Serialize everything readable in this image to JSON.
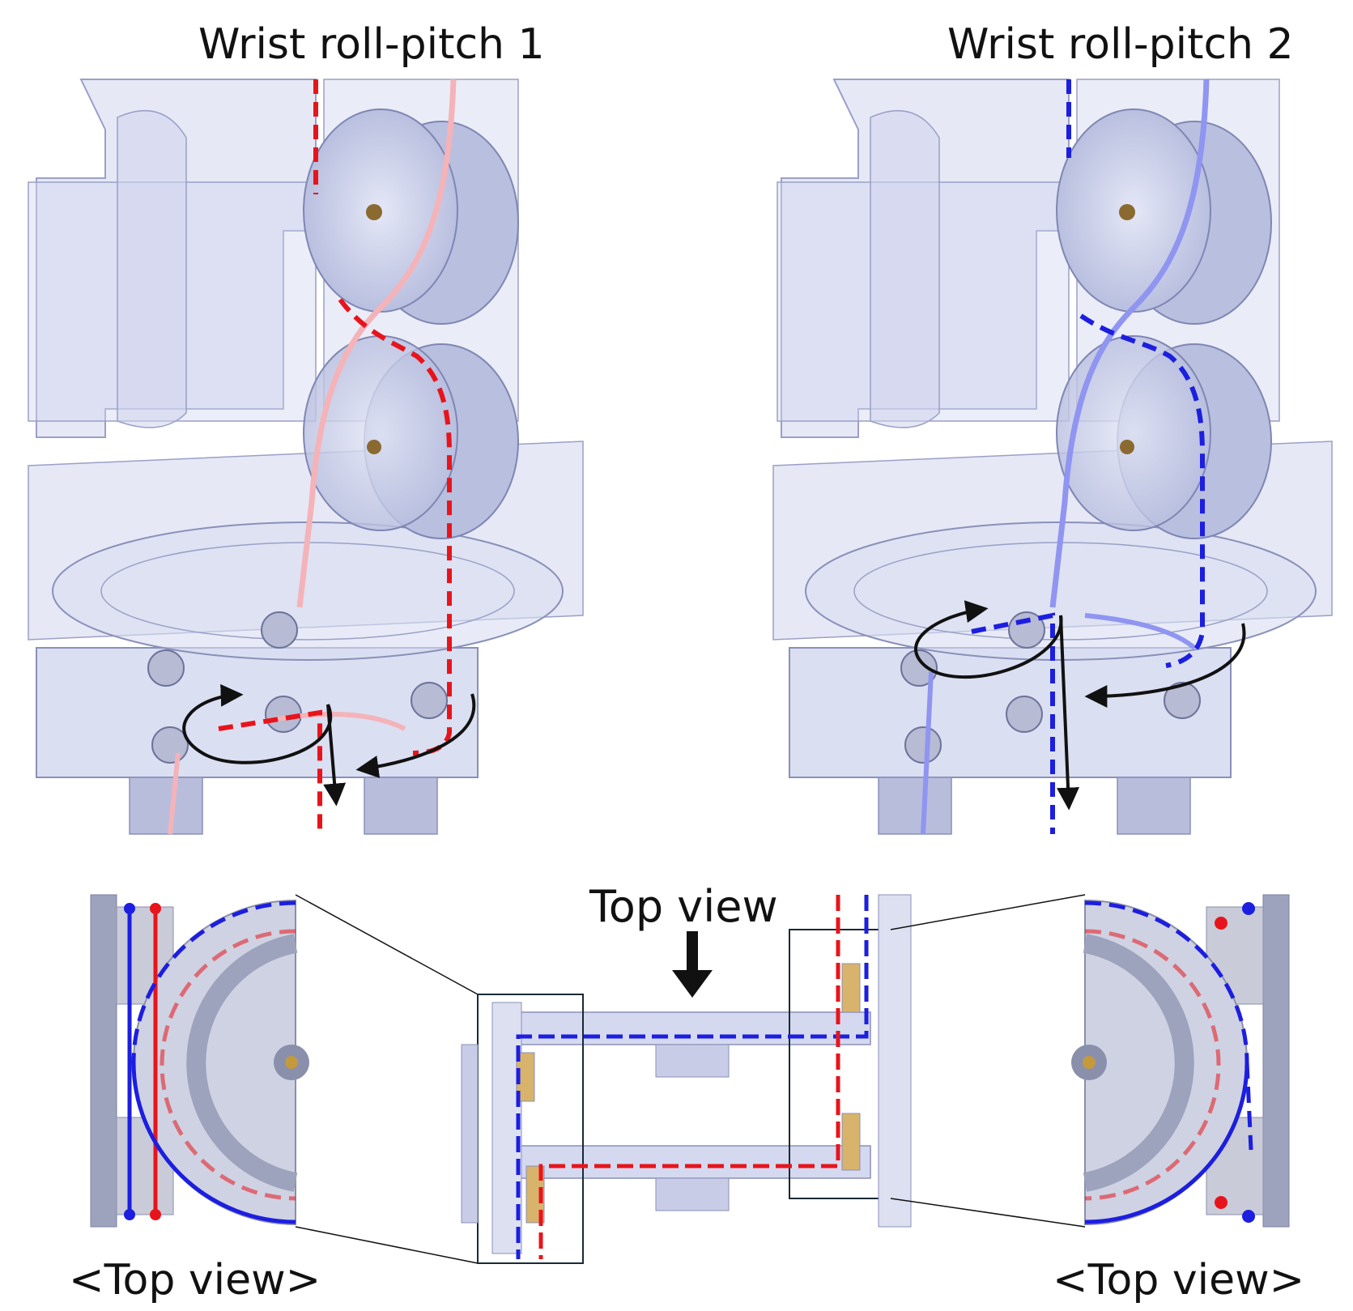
{
  "title_left": "Wrist roll-pitch 1",
  "title_right": "Wrist roll-pitch 2",
  "top_view_label": "Top view",
  "bottom_left_label": "<Top view>",
  "bottom_right_label": "<Top view>",
  "colors": {
    "cable_red": "#e8141b",
    "cable_red_light": "#f4b3b8",
    "cable_blue": "#1c1ee0",
    "cable_blue_light": "#8f95f0",
    "part_fill": "#d5d9f0",
    "part_edge": "#8a90b8",
    "arrow": "#111111"
  }
}
